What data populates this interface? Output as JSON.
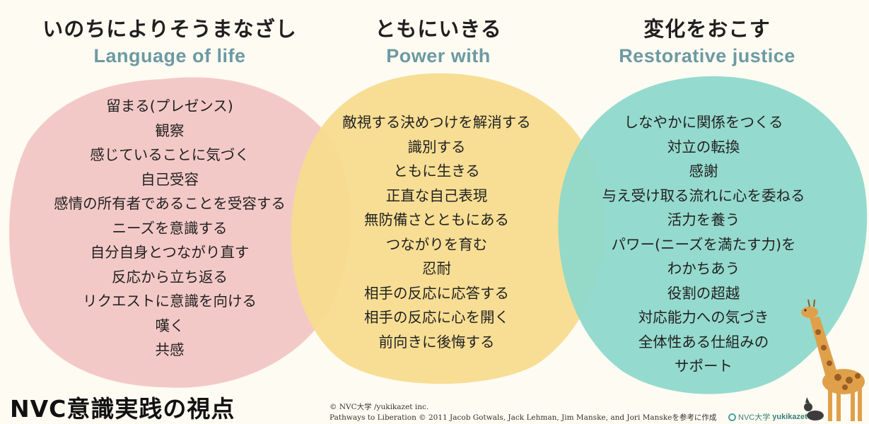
{
  "colors": {
    "pink_blob": "#f3c9c7",
    "yellow_blob": "#f7dc8e",
    "teal_blob": "#8fd8cb",
    "title_accent": "#6c9aa2",
    "background": "#fdfbf2"
  },
  "columns": [
    {
      "title_ja": "いのちによりそうまなざし",
      "title_en": "Language of life",
      "items": [
        "留まる(プレゼンス)",
        "観察",
        "感じていることに気づく",
        "自己受容",
        "感情の所有者であることを受容する",
        "ニーズを意識する",
        "自分自身とつながり直す",
        "反応から立ち返る",
        "リクエストに意識を向ける",
        "嘆く",
        "共感"
      ]
    },
    {
      "title_ja": "ともにいきる",
      "title_en": "Power with",
      "items": [
        "敵視する決めつけを解消する",
        "識別する",
        "ともに生きる",
        "正直な自己表現",
        "無防備さとともにある",
        "つながりを育む",
        "忍耐",
        "相手の反応に応答する",
        "相手の反応に心を開く",
        "前向きに後悔する"
      ]
    },
    {
      "title_ja": "変化をおこす",
      "title_en": "Restorative justice",
      "items": [
        "しなやかに関係をつくる",
        "対立の転換",
        "感謝",
        "与え受け取る流れに心を委ねる",
        "活力を養う",
        "パワー(ニーズを満たす力)を",
        "わかちあう",
        "役割の超越",
        "対応能力への気づき",
        "全体性ある仕組みの",
        "サポート"
      ]
    }
  ],
  "footer": {
    "main_title": "NVC意識実践の視点",
    "credit_line1": "© NVC大学 /yukikazet inc.",
    "credit_line2": "Pathways to Liberation © 2011 Jacob Gotwals, Jack Lehman, Jim Manske, and Jori Manskeを参考に作成",
    "logo_text_a": "NVC大学",
    "logo_text_b": "yukikazet"
  }
}
